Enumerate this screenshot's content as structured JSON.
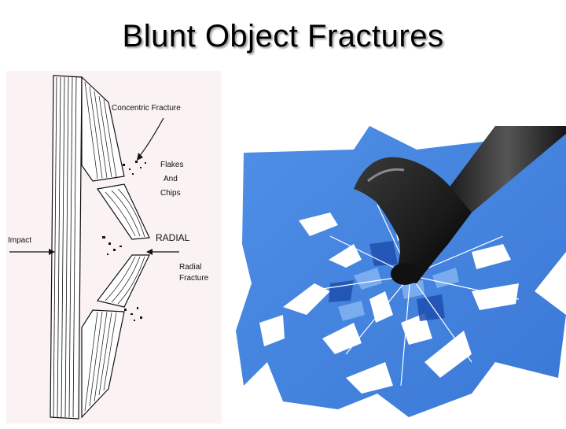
{
  "slide": {
    "title": "Blunt Object Fractures"
  },
  "diagram": {
    "labels": {
      "concentric": "Concentric Fracture",
      "flakes_line1": "Flakes",
      "flakes_line2": "And",
      "flakes_line3": "Chips",
      "impact": "Impact",
      "radial_upper": "RADIAL",
      "radial_line1": "Radial",
      "radial_line2": "Fracture"
    }
  },
  "photo": {
    "description_icon": "hammer-icon"
  }
}
